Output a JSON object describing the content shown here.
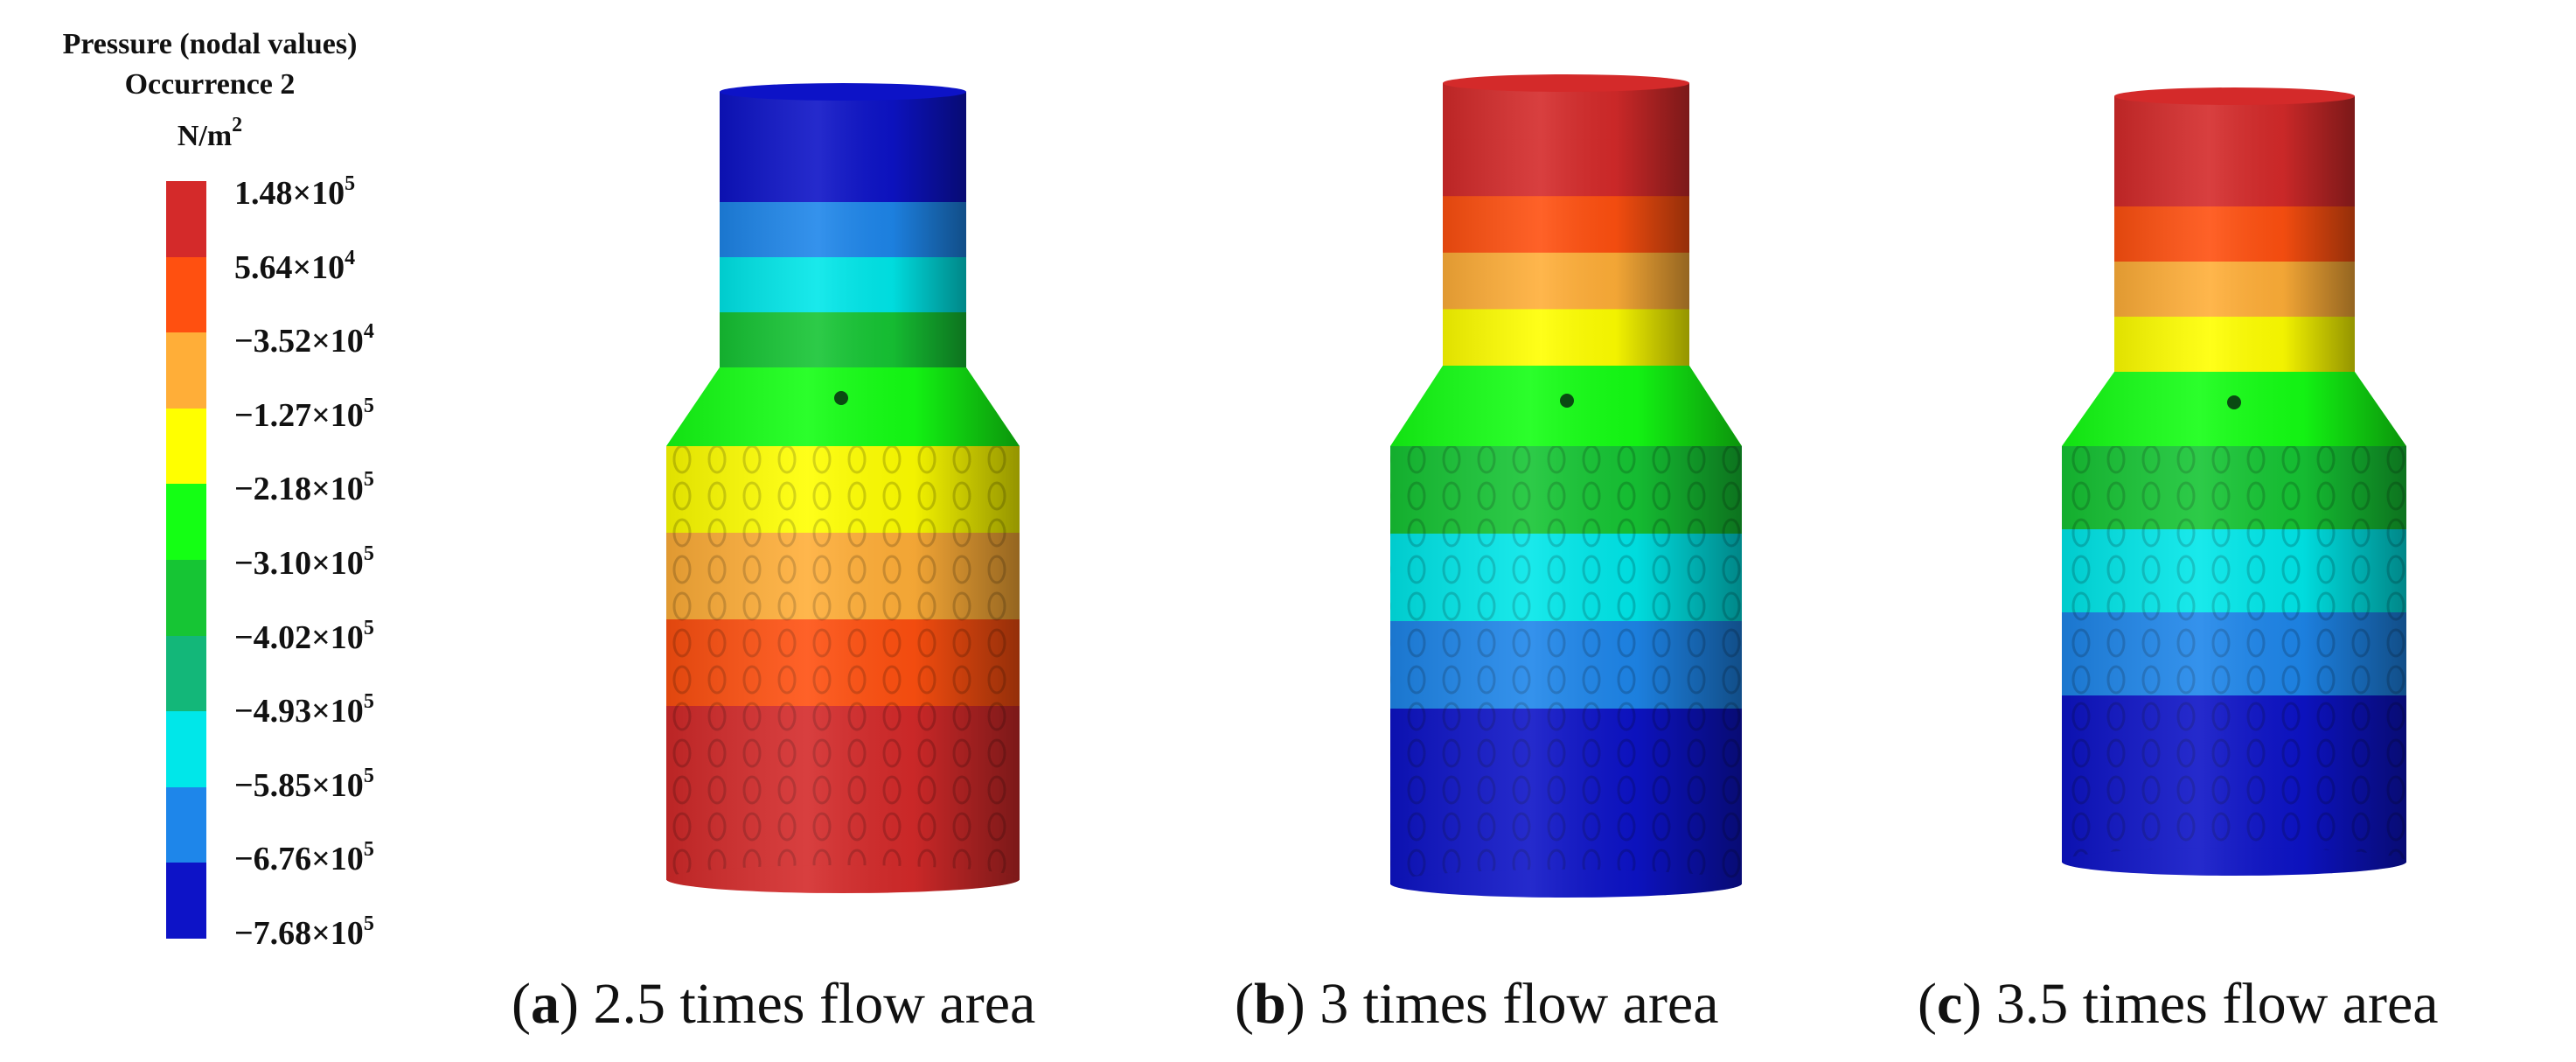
{
  "legend": {
    "title_lines": [
      "Pressure (nodal values)",
      "Occurrence 2",
      "N/m"
    ],
    "title_unit_sup": "2",
    "colors": [
      "#d42a2a",
      "#ff5010",
      "#ffae38",
      "#ffff00",
      "#14ff14",
      "#16c534",
      "#13b779",
      "#00e7e9",
      "#1e86ea",
      "#0d13c7"
    ],
    "ticks": [
      {
        "mant": "1.48×10",
        "exp": "5"
      },
      {
        "mant": "5.64×10",
        "exp": "4"
      },
      {
        "mant": "−3.52×10",
        "exp": "4"
      },
      {
        "mant": "−1.27×10",
        "exp": "5"
      },
      {
        "mant": "−2.18×10",
        "exp": "5"
      },
      {
        "mant": "−3.10×10",
        "exp": "5"
      },
      {
        "mant": "−4.02×10",
        "exp": "5"
      },
      {
        "mant": "−4.93×10",
        "exp": "5"
      },
      {
        "mant": "−5.85×10",
        "exp": "5"
      },
      {
        "mant": "−6.76×10",
        "exp": "5"
      },
      {
        "mant": "−7.68×10",
        "exp": "5"
      }
    ]
  },
  "panels": [
    {
      "letter": "a",
      "caption_text": "2.5 times flow area",
      "neck_bands": [
        "#0d13c7",
        "#0d13c7",
        "#1e86ea",
        "#00e7e9",
        "#16c534"
      ],
      "cone_color": "#14ff14",
      "body_bands": [
        "#ffff00",
        "#ffae38",
        "#ff5010",
        "#d42a2a",
        "#d42a2a"
      ]
    },
    {
      "letter": "b",
      "caption_text": "3 times flow area",
      "neck_bands": [
        "#d42a2a",
        "#d42a2a",
        "#ff5010",
        "#ffae38",
        "#ffff00"
      ],
      "cone_color": "#14ff14",
      "body_bands": [
        "#16c534",
        "#00e7e9",
        "#1e86ea",
        "#0d13c7",
        "#0d13c7"
      ]
    },
    {
      "letter": "c",
      "caption_text": "3.5 times flow area",
      "neck_bands": [
        "#d42a2a",
        "#d42a2a",
        "#ff5010",
        "#ffae38",
        "#ffff00"
      ],
      "cone_color": "#14ff14",
      "body_bands": [
        "#16c534",
        "#00e7e9",
        "#1e86ea",
        "#0d13c7",
        "#0d13c7"
      ]
    }
  ]
}
